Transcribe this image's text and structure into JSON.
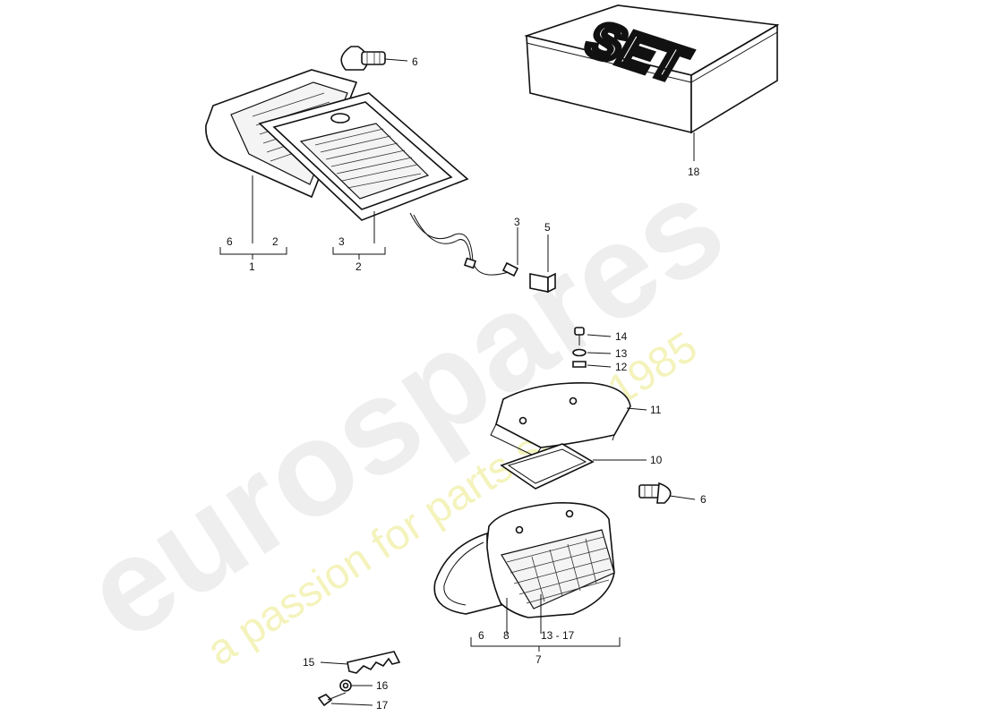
{
  "diagram": {
    "callouts": {
      "c6_top": "6",
      "c18": "18",
      "g1_sub_a": "6",
      "g1_sub_b": "2",
      "g1_main": "1",
      "g2_sub_a": "3",
      "g2_main": "2",
      "c3": "3",
      "c5": "5",
      "c14": "14",
      "c13": "13",
      "c12": "12",
      "c11": "11",
      "c10": "10",
      "c6_right": "6",
      "g7_sub_a": "6",
      "g7_sub_b": "8",
      "g7_sub_c": "13 - 17",
      "g7_main": "7",
      "c15": "15",
      "c16": "16",
      "c17": "17"
    },
    "box_label": "SET"
  },
  "watermark": {
    "brand": "eurospares",
    "tagline": "a passion for parts since 1985",
    "brand_color": "#e6e6e6",
    "tagline_color": "#f0ee9a"
  }
}
